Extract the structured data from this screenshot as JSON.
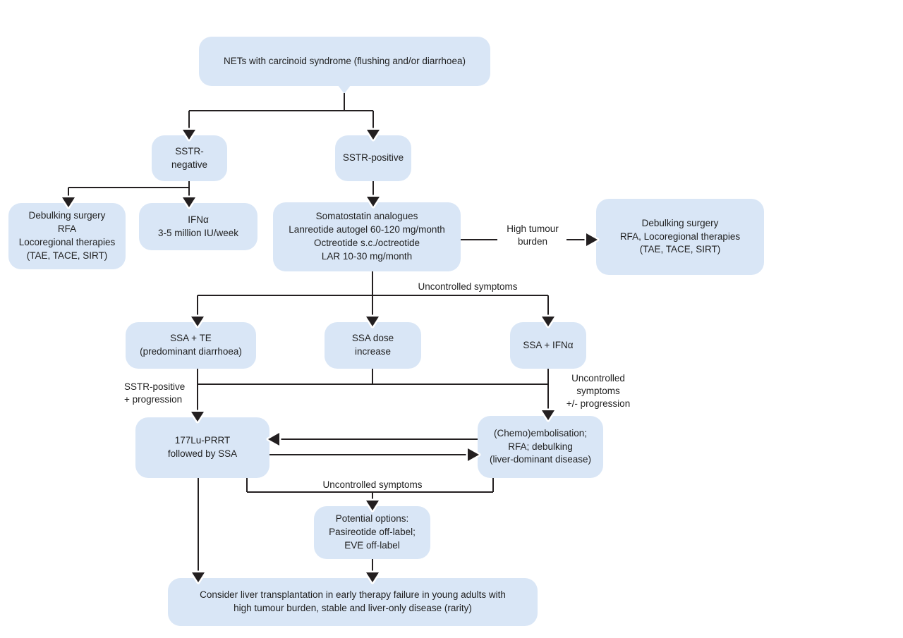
{
  "colors": {
    "node_fill": "#d9e6f6",
    "line": "#231f20",
    "text": "#1f1f1f",
    "background": "#ffffff"
  },
  "nodes": {
    "start": {
      "text": "NETs with carcinoid syndrome (flushing and/or diarrhoea)"
    },
    "sstr_negative": {
      "text": "SSTR-negative"
    },
    "sstr_positive": {
      "text": "SSTR-positive"
    },
    "debulking_left": {
      "text": "Debulking surgery\nRFA\nLocoregional therapies\n(TAE, TACE, SIRT)"
    },
    "ifn_alpha": {
      "text": "IFNα\n3-5 million IU/week"
    },
    "somatostatin": {
      "text": "Somatostatin analogues\nLanreotide autogel 60-120 mg/month\nOctreotide s.c./octreotide\nLAR 10-30 mg/month"
    },
    "debulking_right": {
      "text": "Debulking surgery\nRFA, Locoregional therapies\n(TAE, TACE, SIRT)"
    },
    "ssa_te": {
      "text": "SSA + TE\n(predominant diarrhoea)"
    },
    "ssa_dose_increase": {
      "text": "SSA dose\nincrease"
    },
    "ssa_ifn_alpha": {
      "text": "SSA + IFNα"
    },
    "lu_prrt": {
      "text": "177Lu-PRRT\nfollowed by SSA"
    },
    "chemoembolisation": {
      "text": "(Chemo)embolisation;\nRFA; debulking\n(liver-dominant disease)"
    },
    "potential_options": {
      "text": "Potential options:\nPasireotide off-label;\nEVE off-label"
    },
    "liver_transplant": {
      "text": "Consider liver transplantation in early therapy failure in young adults with\nhigh tumour burden, stable and liver-only disease (rarity)"
    }
  },
  "edge_labels": {
    "high_tumour_burden": "High tumour\nburden",
    "uncontrolled_symptoms_top": "Uncontrolled symptoms",
    "sstr_positive_progression": "SSTR-positive\n+ progression",
    "uncontrolled_symptoms_progression": "Uncontrolled\nsymptoms\n+/- progression",
    "uncontrolled_symptoms_bottom": "Uncontrolled symptoms"
  }
}
